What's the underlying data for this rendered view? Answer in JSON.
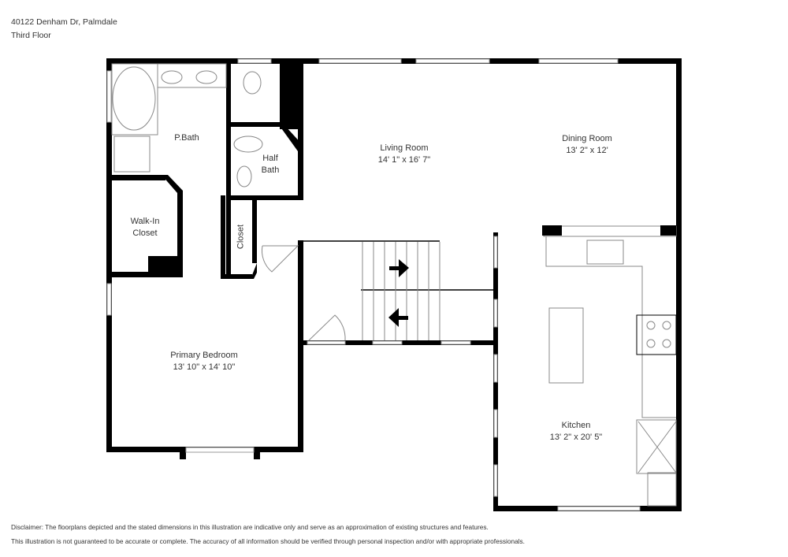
{
  "header": {
    "address": "40122 Denham Dr, Palmdale",
    "floor": "Third Floor"
  },
  "rooms": [
    {
      "name": "P.Bath",
      "dims": ""
    },
    {
      "name": "Half",
      "name2": "Bath",
      "dims": ""
    },
    {
      "name": "Walk-In",
      "name2": "Closet",
      "dims": ""
    },
    {
      "name": "Closet",
      "dims": ""
    },
    {
      "name": "Living Room",
      "dims": "14' 1\" x 16' 7\""
    },
    {
      "name": "Dining Room",
      "dims": "13' 2\" x 12'"
    },
    {
      "name": "Primary Bedroom",
      "dims": "13' 10\" x 14' 10\""
    },
    {
      "name": "Kitchen",
      "dims": "13' 2\" x 20' 5\""
    }
  ],
  "icons": {
    "stairs_up_arrow": "arrow-right",
    "stairs_down_arrow": "arrow-left"
  },
  "disclaimer": {
    "line1": "Disclaimer: The floorplans depicted and the stated dimensions in this illustration are indicative only and serve as an approximation of existing structures and features.",
    "line2": "This illustration is not guaranteed to be accurate or complete. The accuracy of all information should be verified through personal inspection and/or with appropriate professionals."
  }
}
